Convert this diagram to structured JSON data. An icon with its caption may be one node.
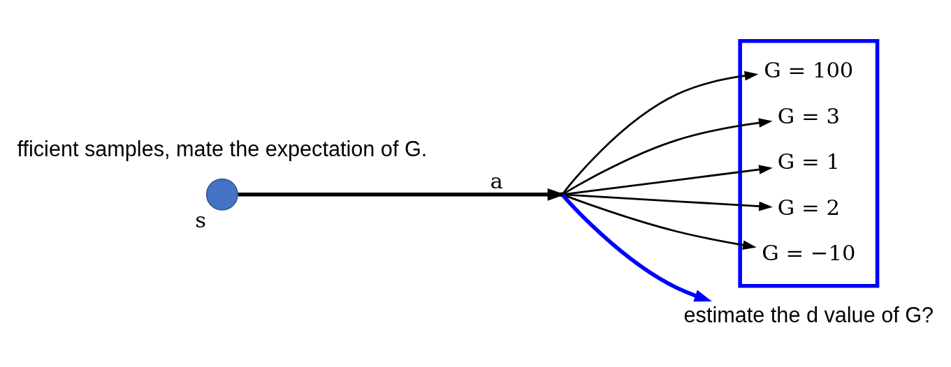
{
  "diagram": {
    "nodes": [
      {
        "text": [],
        "shape": "circle",
        "beside": [
          "s"
        ]
      },
      {
        "text": [],
        "shape": "point"
      },
      {
        "text": [],
        "shape": "box"
      },
      {
        "text": [
          "G = 100"
        ],
        "in": 2
      },
      {
        "text": [
          "G = 3"
        ],
        "in": 2
      },
      {
        "text": [
          "G = 1"
        ],
        "in": 2
      },
      {
        "text": [
          "G = 2"
        ],
        "in": 2
      },
      {
        "text": [
          "G = −10"
        ],
        "in": 2
      },
      {
        "text": [
          "estimate the d value of G?"
        ]
      }
    ],
    "edges": [
      {
        "from": 0,
        "to": 1,
        "arrow": "to",
        "label": "a",
        "style": "thick"
      },
      {
        "from": 1,
        "to": 3,
        "arrow": "to"
      },
      {
        "from": 1,
        "to": 4,
        "arrow": "to"
      },
      {
        "from": 1,
        "to": 5,
        "arrow": "to"
      },
      {
        "from": 1,
        "to": 6,
        "arrow": "to"
      },
      {
        "from": 1,
        "to": 7,
        "arrow": "to"
      },
      {
        "from": 1,
        "to": 8,
        "arrow": "to",
        "style": "thick",
        "color": "#0000ff"
      }
    ],
    "labels": [
      "fficient samples, mate the expectation of G."
    ]
  }
}
